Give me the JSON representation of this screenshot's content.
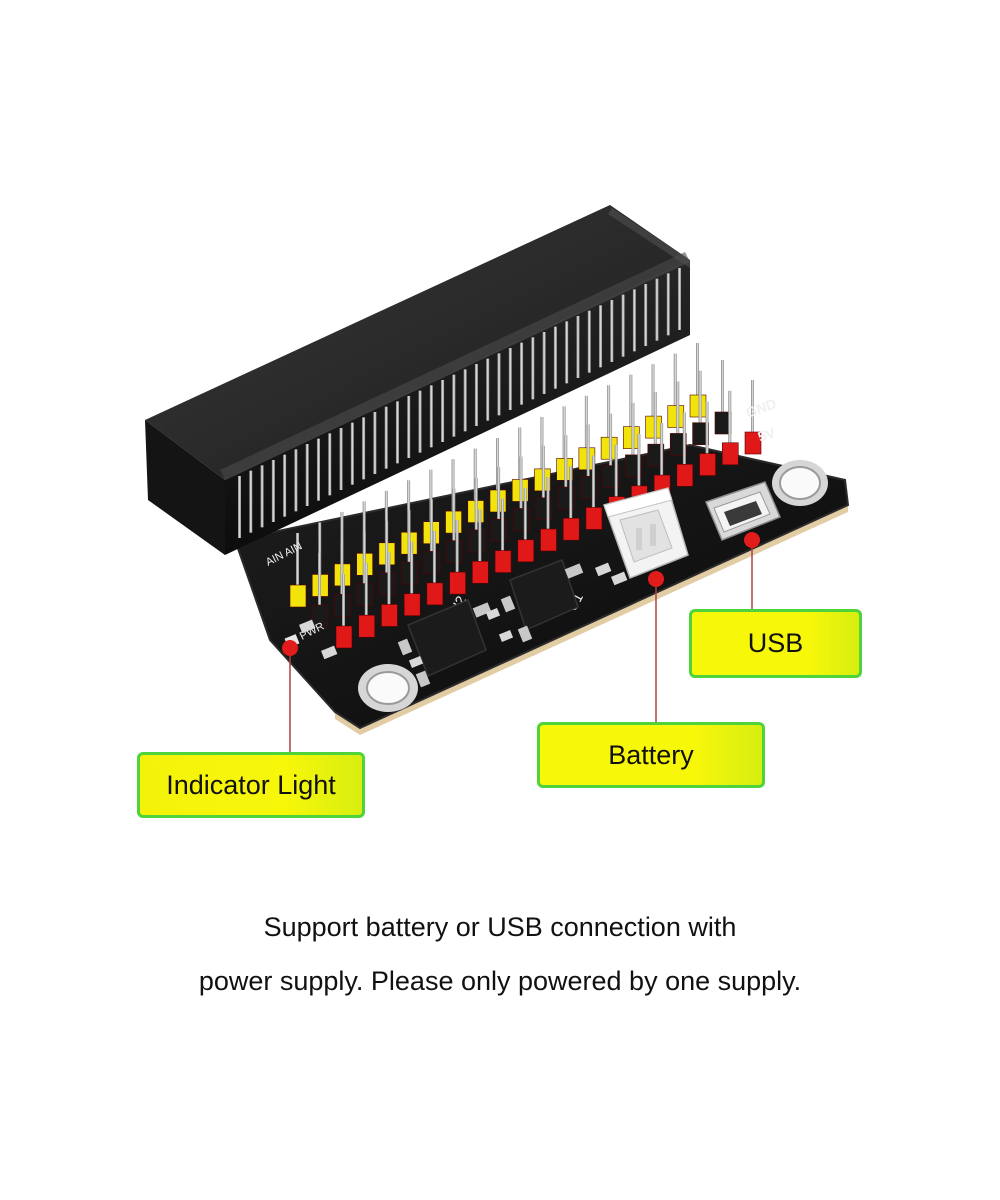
{
  "callouts": {
    "indicator_light": "Indicator Light",
    "battery": "Battery",
    "usb": "USB"
  },
  "caption": {
    "line1": "Support battery or USB connection with",
    "line2": "power supply. Please only powered by one supply."
  },
  "silkscreen": {
    "left": "AIN AIN",
    "pwr": "PWR",
    "gnd": "GND",
    "v5": "5V",
    "u1": "U1",
    "u2": "U2"
  },
  "colors": {
    "callout_border": "#4fd33a",
    "callout_fill": "#f7f70a",
    "leader_line": "#b04040",
    "marker_dot": "#e21b1b",
    "header_red": "#e01818",
    "header_yellow": "#f2e40a",
    "pcb": "#141414"
  }
}
